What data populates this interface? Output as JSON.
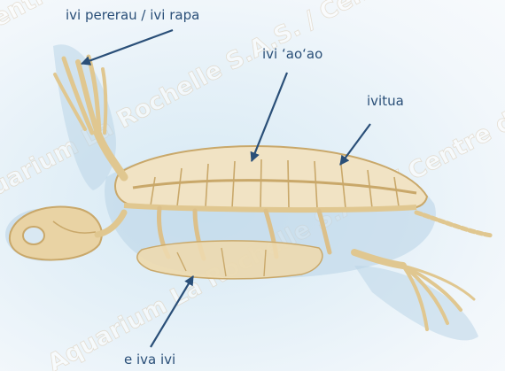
{
  "labels": {
    "flipper": "ivi pererau / ivi rapa",
    "spine": "ivi ʻaoʻao",
    "shell": "ivitua",
    "plastron": "e iva ivi"
  },
  "watermark": {
    "line_1": "Centre d'Études et de Soins pour les Tortues Marines",
    "line_2": "Aquarium La Rochelle S.A.S. / Centre d'Études et de Soins pour les",
    "line_3": "Aquarium La Rochelle S.A.S. / Centre d'Études et de Soins pour les"
  },
  "colors": {
    "label_text": "#2a4f78",
    "arrow": "#2a4f78",
    "bone": "#e9d3a4",
    "bone_outline": "#c9a86a",
    "shell_fill": "#f1e3c4",
    "background": "#e6f1f8"
  }
}
